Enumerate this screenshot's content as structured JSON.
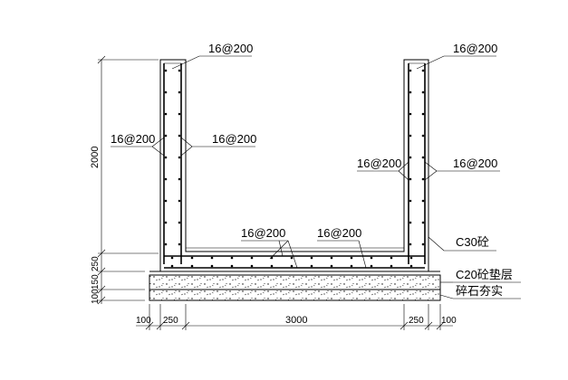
{
  "labels": {
    "left_wall_top": "16@200",
    "right_wall_top": "16@200",
    "left_wall_outer": "16@200",
    "left_wall_inner": "16@200",
    "right_wall_inner": "16@200",
    "right_wall_outer": "16@200",
    "base_left": "16@200",
    "base_right": "16@200",
    "concrete": "C30砼",
    "cushion": "C20砼垫层",
    "gravel": "碎石夯实"
  },
  "dimensions": {
    "height_wall": "2000",
    "height_slab": "250",
    "height_cushion": "150",
    "height_gravel": "100",
    "bottom_left_offset": "100",
    "bottom_left_wall": "250",
    "bottom_span": "3000",
    "bottom_right_wall": "250",
    "bottom_right_offset": "100"
  }
}
